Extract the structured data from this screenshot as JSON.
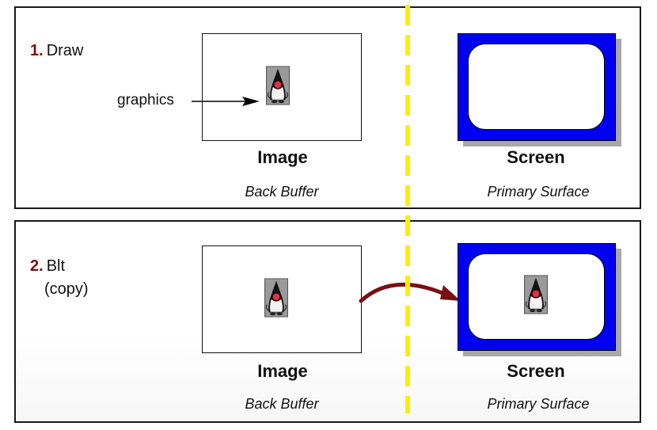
{
  "steps": [
    {
      "number": "1.",
      "title": "Draw",
      "annotation": "graphics",
      "buffer_caption": "Image",
      "buffer_subcaption": "Back Buffer",
      "screen_caption": "Screen",
      "screen_subcaption": "Primary Surface"
    },
    {
      "number": "2.",
      "title": "Blt",
      "subtitle": "(copy)",
      "buffer_caption": "Image",
      "buffer_subcaption": "Back Buffer",
      "screen_caption": "Screen",
      "screen_subcaption": "Primary Surface"
    }
  ],
  "colors": {
    "step_number": "#7a1010",
    "screen_frame": "#0000f0",
    "divider": "#ffee00",
    "blt_arrow": "#7a1010"
  },
  "icons": [
    "duke-mascot-icon",
    "arrow-right-icon",
    "curved-arrow-icon"
  ]
}
